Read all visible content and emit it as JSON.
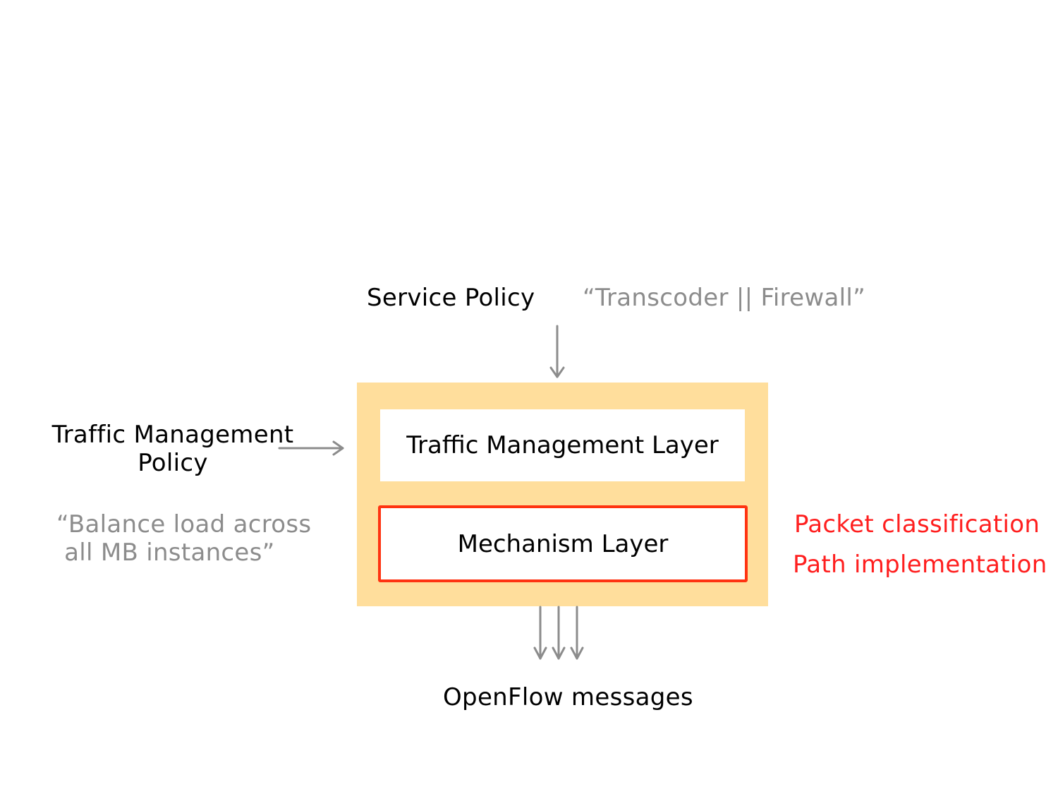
{
  "service_policy": {
    "label": "Service Policy",
    "example": "“Transcoder  ||  Firewall”"
  },
  "traffic_management_policy": {
    "line1": "Traffic Management",
    "line2": "Policy",
    "example_line1": "“Balance load across",
    "example_line2": " all MB instances”"
  },
  "layers": {
    "traffic_management": "Traffic Management Layer",
    "mechanism": "Mechanism Layer"
  },
  "mechanism_functions": {
    "item1": "Packet classification",
    "item2": "Path implementation"
  },
  "output": {
    "label": "OpenFlow messages"
  },
  "colors": {
    "outer_box": "#ffde9c",
    "mechanism_border": "#ff3311",
    "annotation_red": "#ff1f1f",
    "example_gray": "#8c8c8c",
    "arrow_gray": "#8c8c8c"
  }
}
